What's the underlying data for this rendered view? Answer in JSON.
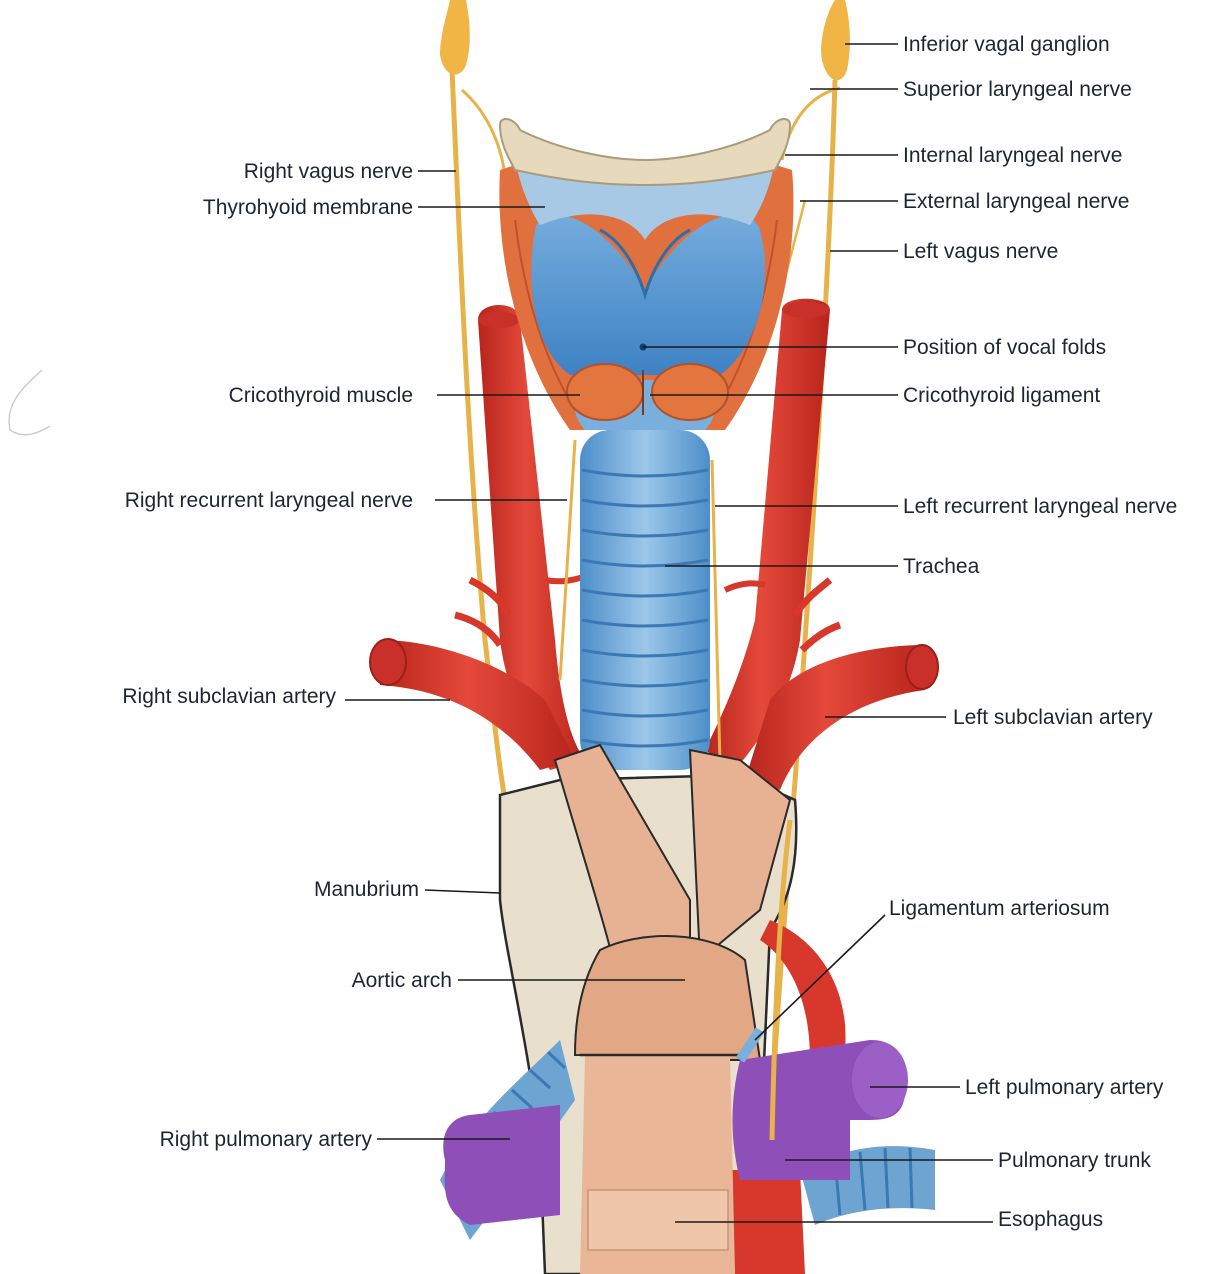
{
  "labels": {
    "inferior_vagal_ganglion": "Inferior vagal ganglion",
    "superior_laryngeal_nerve": "Superior laryngeal nerve",
    "internal_laryngeal_nerve": "Internal laryngeal nerve",
    "external_laryngeal_nerve": "External laryngeal nerve",
    "left_vagus_nerve": "Left vagus nerve",
    "right_vagus_nerve": "Right vagus nerve",
    "thyrohyoid_membrane": "Thyrohyoid membrane",
    "position_of_vocal_folds": "Position of vocal folds",
    "cricothyroid_muscle": "Cricothyroid muscle",
    "cricothyroid_ligament": "Cricothyroid ligament",
    "right_recurrent_laryngeal_nerve": "Right recurrent laryngeal nerve",
    "left_recurrent_laryngeal_nerve": "Left recurrent laryngeal nerve",
    "trachea": "Trachea",
    "right_subclavian_artery": "Right subclavian artery",
    "left_subclavian_artery": "Left subclavian artery",
    "manubrium": "Manubrium",
    "ligamentum_arteriosum": "Ligamentum arteriosum",
    "aortic_arch": "Aortic arch",
    "left_pulmonary_artery": "Left pulmonary artery",
    "right_pulmonary_artery": "Right pulmonary artery",
    "pulmonary_trunk": "Pulmonary trunk",
    "esophagus": "Esophagus"
  },
  "colors": {
    "nerve": "#e8b24a",
    "artery": "#d8382c",
    "cartilage": "#5f9fd6",
    "muscle": "#e0703e",
    "bone": "#e7dcc4",
    "pulmonary": "#8e4fb8",
    "esophagus": "#e9b798",
    "bronchus": "#6ea4d2"
  }
}
